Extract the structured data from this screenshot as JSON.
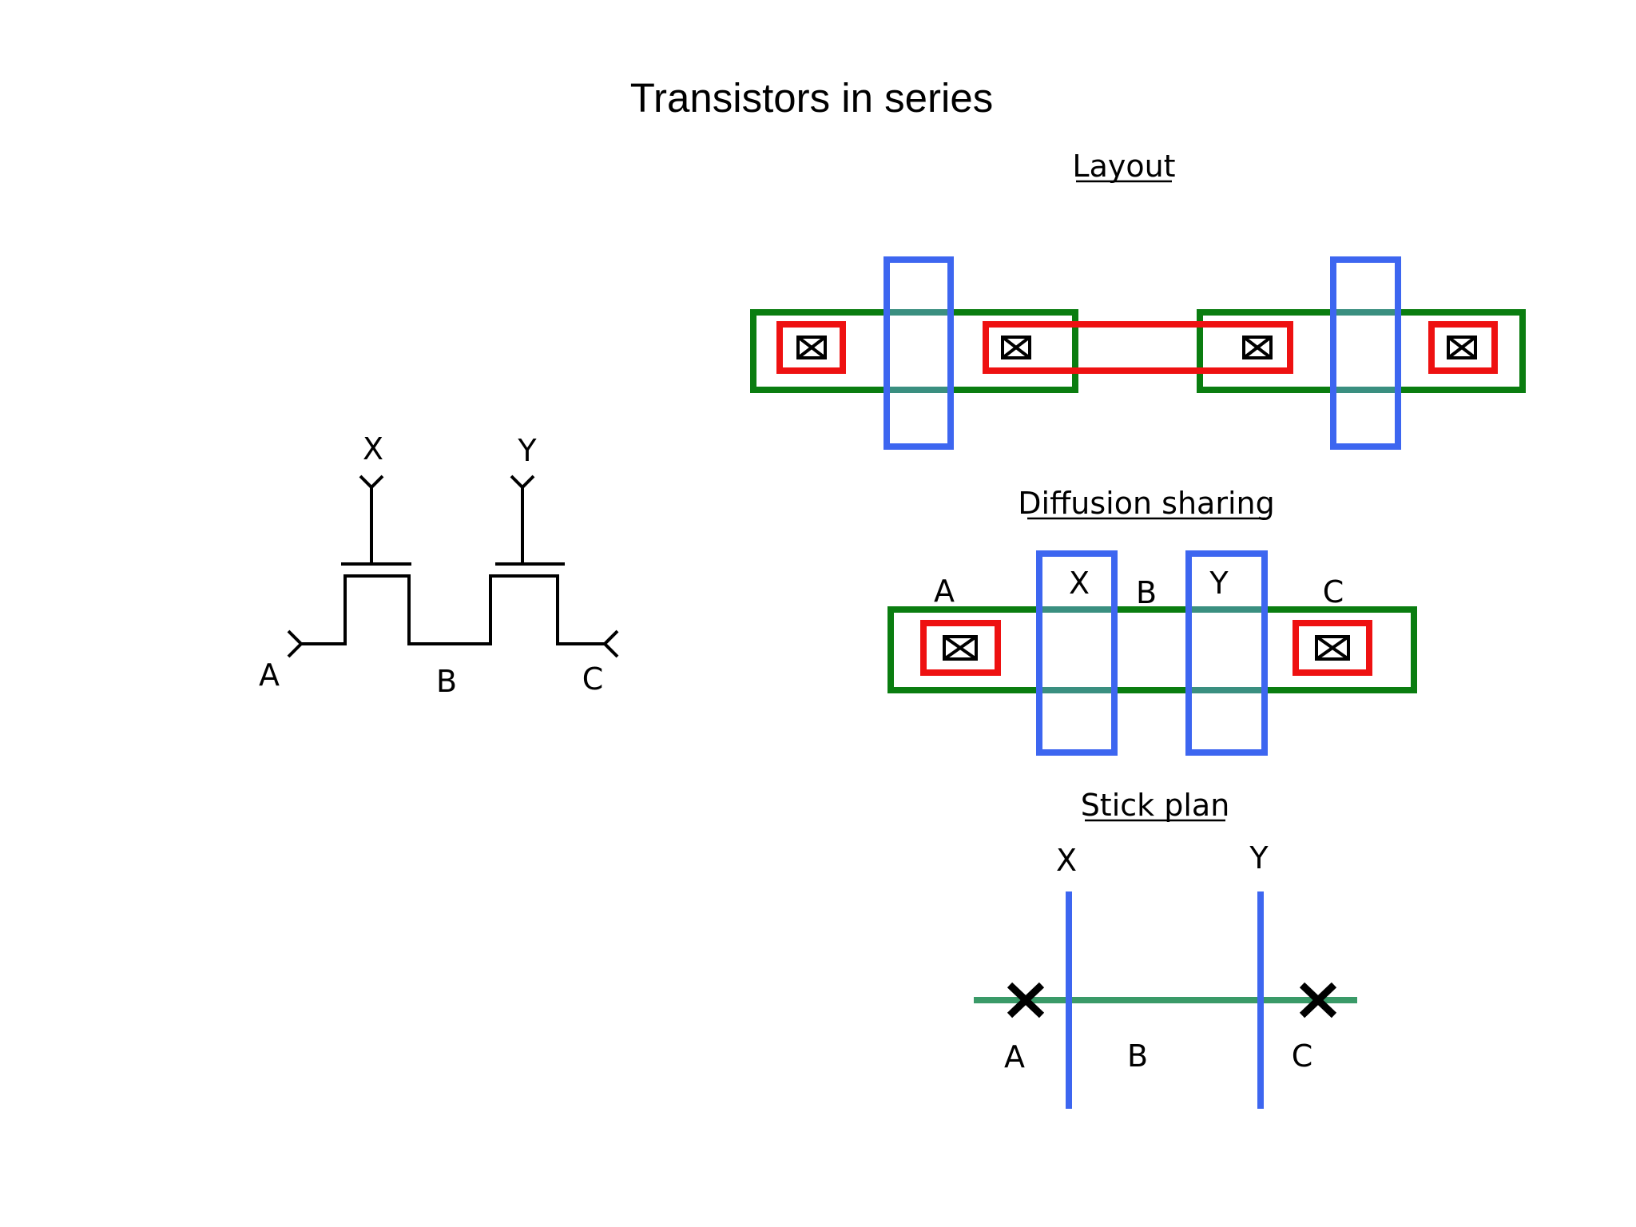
{
  "title": "Transistors in series",
  "sections": {
    "layout": "Layout",
    "diffusion": "Diffusion sharing",
    "stick": "Stick plan"
  },
  "schematic": {
    "gate1": "X",
    "gate2": "Y",
    "node_a": "A",
    "node_b": "B",
    "node_c": "C"
  },
  "diffusion_labels": {
    "a": "A",
    "x": "X",
    "b": "B",
    "y": "Y",
    "c": "C"
  },
  "stick_labels": {
    "x": "X",
    "y": "Y",
    "a": "A",
    "b": "B",
    "c": "C"
  },
  "colors": {
    "diffusion": "#0a7d10",
    "polysilicon": "#3d66f0",
    "metal": "#ee1111",
    "contact": "#000000",
    "stick_diffusion": "#3a9a68"
  }
}
